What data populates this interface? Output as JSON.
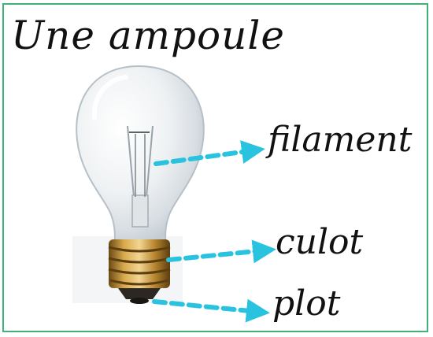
{
  "title": "Une ampoule",
  "labels": {
    "filament": "filament",
    "culot": "culot",
    "plot": "plot"
  },
  "colors": {
    "border": "#3db37a",
    "arrow": "#29c3e0",
    "text": "#111111",
    "brass": "#b8862f",
    "glass": "#e9edf0"
  },
  "icons": {
    "bulb": "light-bulb-icon"
  }
}
